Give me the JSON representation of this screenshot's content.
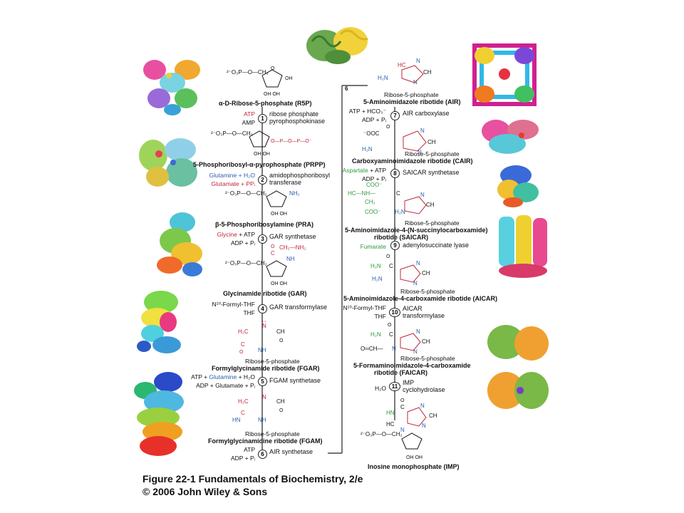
{
  "figure": {
    "caption_line1": "Figure 22-1 Fundamentals of Biochemistry, 2/e",
    "caption_line2": "© 2006 John Wiley & Sons"
  },
  "left_column": {
    "compounds": [
      {
        "name": "α-D-Ribose-5-phosphate (R5P)"
      },
      {
        "name": "5-Phosphoribosyl-α-pyrophosphate (PRPP)"
      },
      {
        "name": "β-5-Phosphoribosylamine (PRA)"
      },
      {
        "name": "Glycinamide ribotide (GAR)"
      },
      {
        "name": "Formylglycinamide ribotide (FGAR)"
      },
      {
        "name": "Formylglycinamidine ribotide (FGAM)"
      }
    ],
    "steps": [
      {
        "num": "1",
        "enzyme_l1": "ribose phosphate",
        "enzyme_l2": "pyrophosphokinase",
        "in": "ATP",
        "out": "AMP"
      },
      {
        "num": "2",
        "enzyme_l1": "amidophosphoribosyl",
        "enzyme_l2": "transferase",
        "in": "Glutamine + H₂O",
        "out": "Glutamate + PPᵢ"
      },
      {
        "num": "3",
        "enzyme_l1": "GAR synthetase",
        "enzyme_l2": "",
        "in": "Glycine + ATP",
        "out": "ADP + Pᵢ"
      },
      {
        "num": "4",
        "enzyme_l1": "GAR transformylase",
        "enzyme_l2": "",
        "in": "N¹⁰-Formyl-THF",
        "out": "THF"
      },
      {
        "num": "5",
        "enzyme_l1": "FGAM synthetase",
        "enzyme_l2": "",
        "in": "ATP + Glutamine + H₂O",
        "out": "ADP + Glutamate + Pᵢ"
      },
      {
        "num": "6",
        "enzyme_l1": "AIR synthetase",
        "enzyme_l2": "",
        "in": "ATP",
        "out": "ADP + Pᵢ"
      }
    ]
  },
  "right_column": {
    "compounds": [
      {
        "name": "5-Aminoimidazole ribotide (AIR)"
      },
      {
        "name": "Carboxyaminoimidazole ribotide (CAIR)"
      },
      {
        "name": "5-Aminoimidazole-4-(N-succinylocarboxamide)",
        "name2": "ribotide (SAICAR)"
      },
      {
        "name": "5-Aminoimidazole-4-carboxamide ribotide (AICAR)"
      },
      {
        "name": "5-Formaminoimidazole-4-carboxamide",
        "name2": "ribotide (FAICAR)"
      },
      {
        "name": "Inosine monophosphate (IMP)"
      }
    ],
    "steps": [
      {
        "num": "7",
        "enzyme_l1": "AIR carboxylase",
        "enzyme_l2": "",
        "in": "ATP + HCO₃⁻",
        "out": "ADP + Pᵢ"
      },
      {
        "num": "8",
        "enzyme_l1": "SAICAR synthetase",
        "enzyme_l2": "",
        "in": "Aspartate + ATP",
        "out": "ADP + Pᵢ"
      },
      {
        "num": "9",
        "enzyme_l1": "adenylosuccinate lyase",
        "enzyme_l2": "",
        "in": "Fumarate",
        "out": ""
      },
      {
        "num": "10",
        "enzyme_l1": "AICAR",
        "enzyme_l2": "transformylase",
        "in": "N¹⁰-Formyl-THF",
        "out": "THF"
      },
      {
        "num": "11",
        "enzyme_l1": "IMP",
        "enzyme_l2": "cyclohydrolase",
        "in": "H₂O",
        "out": ""
      }
    ]
  },
  "labels": {
    "ribose5p": "Ribose-5-phosphate",
    "connector_step": "6",
    "phosphate_group": "²⁻O₃P—O—CH₂",
    "nh2": "NH₂",
    "h2n": "H₂N",
    "ooc": "⁻OOC",
    "coo": "COO⁻"
  },
  "colors": {
    "red": "#c0273b",
    "blue": "#2a5db0",
    "green": "#2e9a3e"
  }
}
